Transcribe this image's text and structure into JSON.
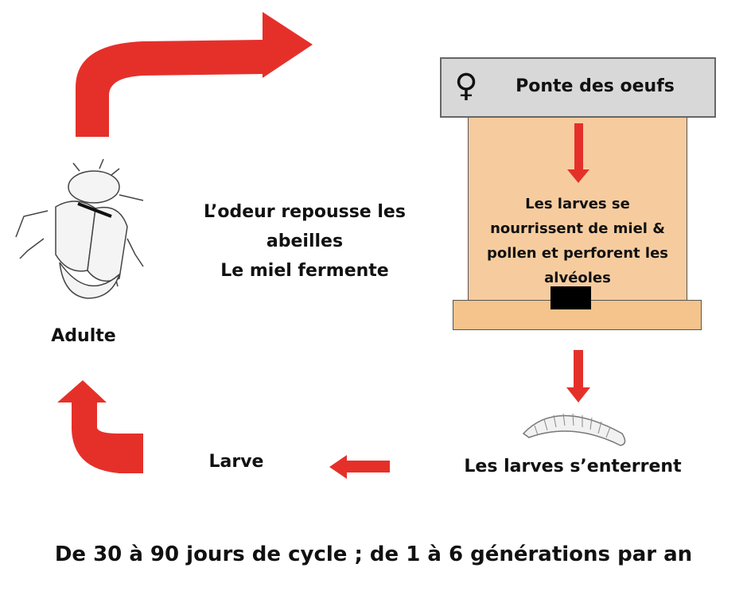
{
  "colors": {
    "arrow": "#e5302a",
    "hive_top": "#d8d8d8",
    "hive_body": "#f6cc9f",
    "hive_base": "#f4c48c"
  },
  "stages": {
    "adult": "Adulte",
    "larva": "Larve",
    "larvae_burrow": "Les larves s’enterrent",
    "egg_laying": "Ponte des oeufs",
    "female_symbol": "♀"
  },
  "effects": [
    "L’odeur repousse les",
    "abeilles",
    "Le miel fermente"
  ],
  "hive_text": [
    "Les larves se",
    "nourrissent de miel &",
    "pollen et perforent les",
    "alvéoles"
  ],
  "footer": "De 30 à 90 jours de cycle ; de 1 à 6 générations par an"
}
